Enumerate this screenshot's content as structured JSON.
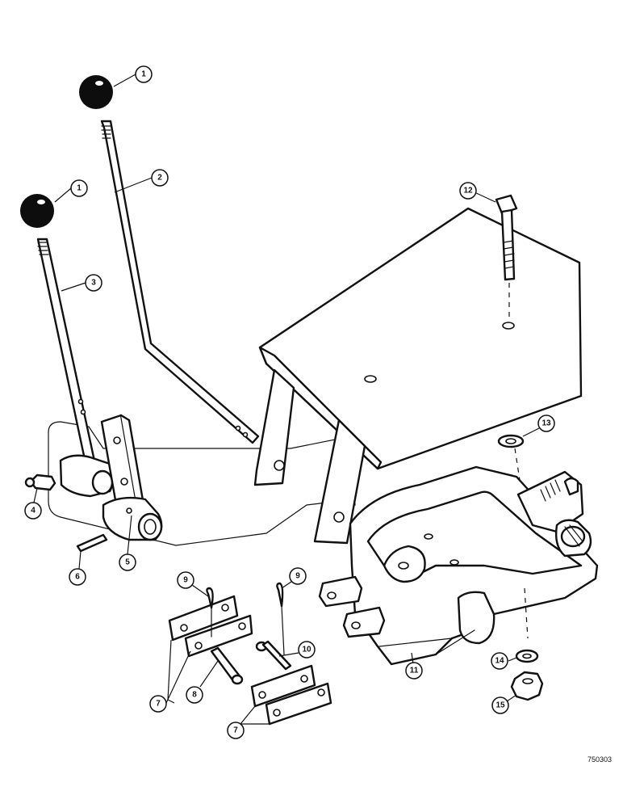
{
  "figure": {
    "reference_code": "750303"
  },
  "callouts": [
    {
      "id": "callout-1a",
      "label": "1"
    },
    {
      "id": "callout-1b",
      "label": "1"
    },
    {
      "id": "callout-2",
      "label": "2"
    },
    {
      "id": "callout-3",
      "label": "3"
    },
    {
      "id": "callout-4",
      "label": "4"
    },
    {
      "id": "callout-5",
      "label": "5"
    },
    {
      "id": "callout-6",
      "label": "6"
    },
    {
      "id": "callout-7a",
      "label": "7"
    },
    {
      "id": "callout-7b",
      "label": "7"
    },
    {
      "id": "callout-8",
      "label": "8"
    },
    {
      "id": "callout-9a",
      "label": "9"
    },
    {
      "id": "callout-9b",
      "label": "9"
    },
    {
      "id": "callout-10",
      "label": "10"
    },
    {
      "id": "callout-11",
      "label": "11"
    },
    {
      "id": "callout-12",
      "label": "12"
    },
    {
      "id": "callout-13",
      "label": "13"
    },
    {
      "id": "callout-14",
      "label": "14"
    },
    {
      "id": "callout-15",
      "label": "15"
    }
  ]
}
